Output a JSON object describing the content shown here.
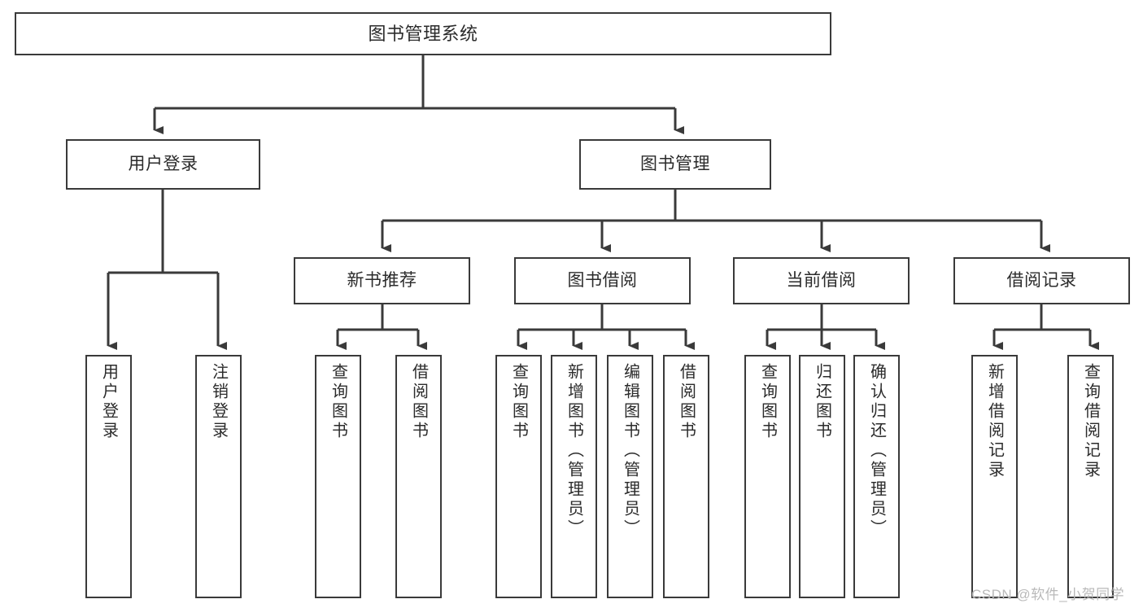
{
  "diagram": {
    "title": "图书管理系统",
    "type": "tree-hierarchy",
    "orientation": "top-down",
    "colors": {
      "box_border": "#3a3a3a",
      "box_fill": "#ffffff",
      "connector": "#3a3a3a",
      "text": "#2b2b2b",
      "watermark": "#b9b9b9",
      "background": "#ffffff"
    },
    "root": {
      "label": "图书管理系统"
    },
    "level2": [
      {
        "label": "用户登录"
      },
      {
        "label": "图书管理"
      }
    ],
    "level3": [
      {
        "label": "新书推荐"
      },
      {
        "label": "图书借阅"
      },
      {
        "label": "当前借阅"
      },
      {
        "label": "借阅记录"
      }
    ],
    "leaves": {
      "user_login": [
        {
          "label": "用户登录"
        },
        {
          "label": "注销登录"
        }
      ],
      "new_book_recommend": [
        {
          "label": "查询图书"
        },
        {
          "label": "借阅图书"
        }
      ],
      "book_borrow": [
        {
          "label": "查询图书"
        },
        {
          "label": "新增图书（管理员）"
        },
        {
          "label": "编辑图书（管理员）"
        },
        {
          "label": "借阅图书"
        }
      ],
      "current_borrow": [
        {
          "label": "查询图书"
        },
        {
          "label": "归还图书"
        },
        {
          "label": "确认归还（管理员）"
        }
      ],
      "borrow_record": [
        {
          "label": "新增借阅记录"
        },
        {
          "label": "查询借阅记录"
        }
      ]
    },
    "watermark": "CSDN @软件_小贺同学"
  }
}
